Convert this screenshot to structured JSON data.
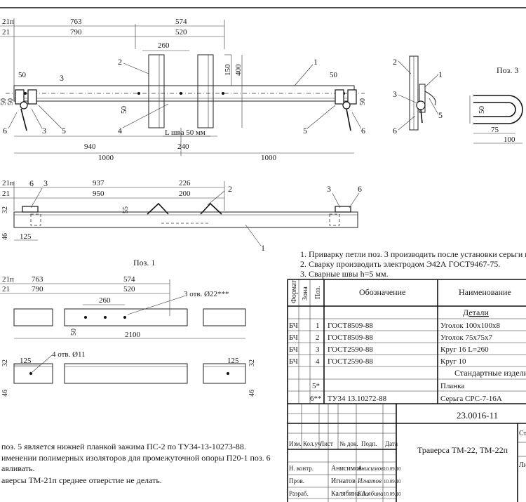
{
  "top_view": {
    "dims": [
      "21п",
      "21",
      "763",
      "574",
      "790",
      "520",
      "260",
      "150",
      "400",
      "50",
      "50",
      "50",
      "50",
      "50",
      "50",
      "940",
      "240",
      "1000",
      "1000",
      "L шва 50 мм"
    ],
    "callouts": [
      "1",
      "2",
      "3",
      "4",
      "5",
      "6",
      "3",
      "5",
      "6"
    ]
  },
  "side_detail": {
    "callouts": [
      "2",
      "1",
      "3",
      "5",
      "6"
    ]
  },
  "pos3": {
    "title": "Поз. 3",
    "dims": [
      "50",
      "75",
      "100"
    ]
  },
  "front_view": {
    "dims": [
      "21п",
      "21",
      "937",
      "950",
      "226",
      "200",
      "32",
      "46",
      "125",
      "55"
    ],
    "callouts": [
      "6",
      "3",
      "2",
      "3",
      "6",
      "1"
    ]
  },
  "pos1": {
    "title": "Поз. 1",
    "dims": [
      "21п",
      "21",
      "763",
      "790",
      "574",
      "520",
      "260",
      "50",
      "2100",
      "32",
      "46",
      "125",
      "32",
      "46",
      "125"
    ],
    "hole_notes": [
      "3 отв. Ø22***",
      "4 отв. Ø11"
    ]
  },
  "notes_right": [
    "1. Приварку петли поз. 3 производить после установки серьги поз",
    "2. Сварку производить электродом Э42А ГОСТ9467-75.",
    "3. Сварные швы h=5 мм."
  ],
  "notes_left": [
    "поз. 5 является нижней планкой зажима ПС-2 по ТУ34-13-10273-88.",
    "именении полимерных изоляторов для промежуточной опоры П20-1 поз. 6",
    "авливать.",
    "аверсы ТМ-21п среднее отверстие не делать."
  ],
  "spec_table": {
    "headers": [
      "Формат",
      "Зона",
      "Поз.",
      "Обозначение",
      "Наименование"
    ],
    "section_details": "Детали",
    "section_standard": "Стандартные изделия",
    "rows": [
      {
        "format": "БЧ",
        "zone": "",
        "pos": "1",
        "designation": "ГОСТ8509-88",
        "name": "Уголок 100х100х8"
      },
      {
        "format": "БЧ",
        "zone": "",
        "pos": "2",
        "designation": "ГОСТ8509-88",
        "name": "Уголок 75х75х7"
      },
      {
        "format": "БЧ",
        "zone": "",
        "pos": "3",
        "designation": "ГОСТ2590-88",
        "name": "Круг 16 L=260"
      },
      {
        "format": "БЧ",
        "zone": "",
        "pos": "4",
        "designation": "ГОСТ2590-88",
        "name": "Круг 10"
      },
      {
        "format": "",
        "zone": "",
        "pos": "5*",
        "designation": "",
        "name": "Планка"
      },
      {
        "format": "",
        "zone": "",
        "pos": "6**",
        "designation": "ТУ34 13.10272-88",
        "name": "Серьга СРС-7-16А"
      }
    ]
  },
  "title_block": {
    "doc_number": "23.0016-11",
    "product_name": "Траверса ТМ-22, ТМ-22п",
    "header_cells": [
      "Изм.",
      "Кол.уч",
      "Лист",
      "№ док.",
      "Подп.",
      "Дата"
    ],
    "side_cells": [
      "Ст",
      "Ли"
    ],
    "signers": [
      {
        "role": "Н. контр.",
        "name": "Анисимов",
        "signature": "Анисимов",
        "date": "10.09.10"
      },
      {
        "role": "Пров.",
        "name": "Игнатов",
        "signature": "Игнатов",
        "date": "10.09.10"
      },
      {
        "role": "Разраб.",
        "name": "Калябина А.",
        "signature": "Калябина",
        "date": "10.09.10"
      }
    ]
  }
}
